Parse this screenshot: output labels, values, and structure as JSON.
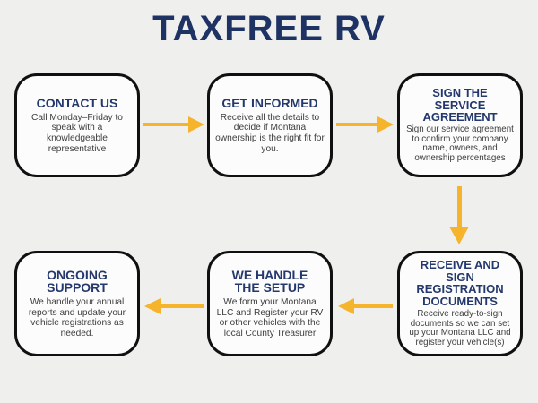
{
  "title": "TAXFREE RV",
  "colors": {
    "background": "#efefee",
    "box_fill": "#fcfcfc",
    "box_border": "#101010",
    "title_navy": "#1f3264",
    "heading_navy": "#24386e",
    "body_text": "#3d3d3d",
    "arrow_gold": "#f6b42c"
  },
  "steps": [
    {
      "heading": "CONTACT US",
      "body": "Call Monday–Friday to speak with a knowledgeable representative"
    },
    {
      "heading": "GET INFORMED",
      "body": "Receive all the details to decide if Montana ownership is the right fit for you."
    },
    {
      "heading": "SIGN THE\nSERVICE\nAGREEMENT",
      "body": "Sign our service agreement to confirm your company name, owners, and ownership percentages"
    },
    {
      "heading": "RECEIVE AND\nSIGN\nREGISTRATION\nDOCUMENTS",
      "body": "Receive ready-to-sign documents so we can set up your Montana LLC and register your vehicle(s)"
    },
    {
      "heading": "WE HANDLE\nTHE SETUP",
      "body": "We form your Montana LLC and Register your RV or other vehicles with the local County Treasurer"
    },
    {
      "heading": "ONGOING\nSUPPORT",
      "body": "We handle your annual reports and update your vehicle registrations as needed."
    }
  ]
}
